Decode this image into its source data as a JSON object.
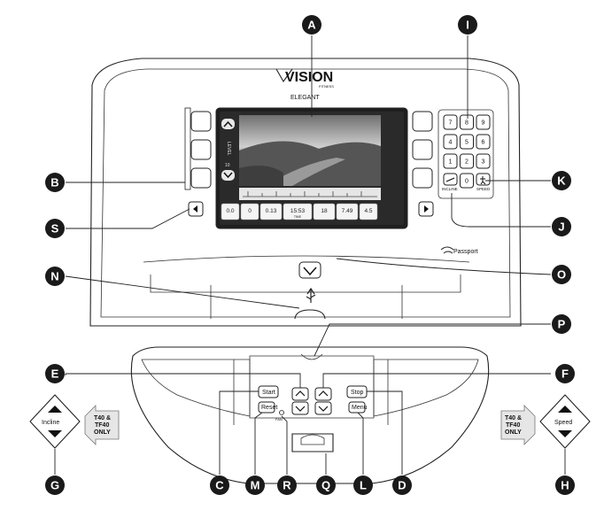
{
  "brand": {
    "logo_text": "VISION",
    "logo_sub": "FITNESS",
    "model": "ELEGANT"
  },
  "screen": {
    "level_label": "LEVEL",
    "level_value": "10",
    "stats": [
      {
        "value": "0.0",
        "label": ""
      },
      {
        "value": "0",
        "label": ""
      },
      {
        "value": "0.13",
        "label": ""
      },
      {
        "value": "15:53",
        "label": "TIME"
      },
      {
        "value": "18",
        "label": ""
      },
      {
        "value": "7.49",
        "label": ""
      },
      {
        "value": "4.5",
        "label": ""
      }
    ]
  },
  "keypad": {
    "keys": [
      "7",
      "8",
      "9",
      "4",
      "5",
      "6",
      "1",
      "2",
      "3",
      "0"
    ],
    "incline_label": "INCLINE",
    "speed_label": "SPEED"
  },
  "passport": {
    "name": "Passport",
    "sub": ""
  },
  "center_controls": {
    "start": "Start",
    "stop": "Stop",
    "reset": "Reset",
    "menu": "Menu",
    "fan_label": "FAN"
  },
  "incline_side": {
    "label": "Incline",
    "note_lines": [
      "T40 &",
      "TF40",
      "ONLY"
    ]
  },
  "speed_side": {
    "label": "Speed",
    "note_lines": [
      "T40 &",
      "TF40",
      "ONLY"
    ]
  },
  "callouts": [
    {
      "id": "A",
      "letter": "A"
    },
    {
      "id": "B",
      "letter": "B"
    },
    {
      "id": "C",
      "letter": "C"
    },
    {
      "id": "D",
      "letter": "D"
    },
    {
      "id": "E",
      "letter": "E"
    },
    {
      "id": "F",
      "letter": "F"
    },
    {
      "id": "G",
      "letter": "G"
    },
    {
      "id": "H",
      "letter": "H"
    },
    {
      "id": "I",
      "letter": "I"
    },
    {
      "id": "J",
      "letter": "J"
    },
    {
      "id": "K",
      "letter": "K"
    },
    {
      "id": "L",
      "letter": "L"
    },
    {
      "id": "M",
      "letter": "M"
    },
    {
      "id": "N",
      "letter": "N"
    },
    {
      "id": "O",
      "letter": "O"
    },
    {
      "id": "P",
      "letter": "P"
    },
    {
      "id": "Q",
      "letter": "Q"
    },
    {
      "id": "R",
      "letter": "R"
    },
    {
      "id": "S",
      "letter": "S"
    }
  ],
  "icons": {
    "usb": "usb-icon",
    "logo": "vision-logo-icon",
    "video": "landscape-video-icon"
  }
}
